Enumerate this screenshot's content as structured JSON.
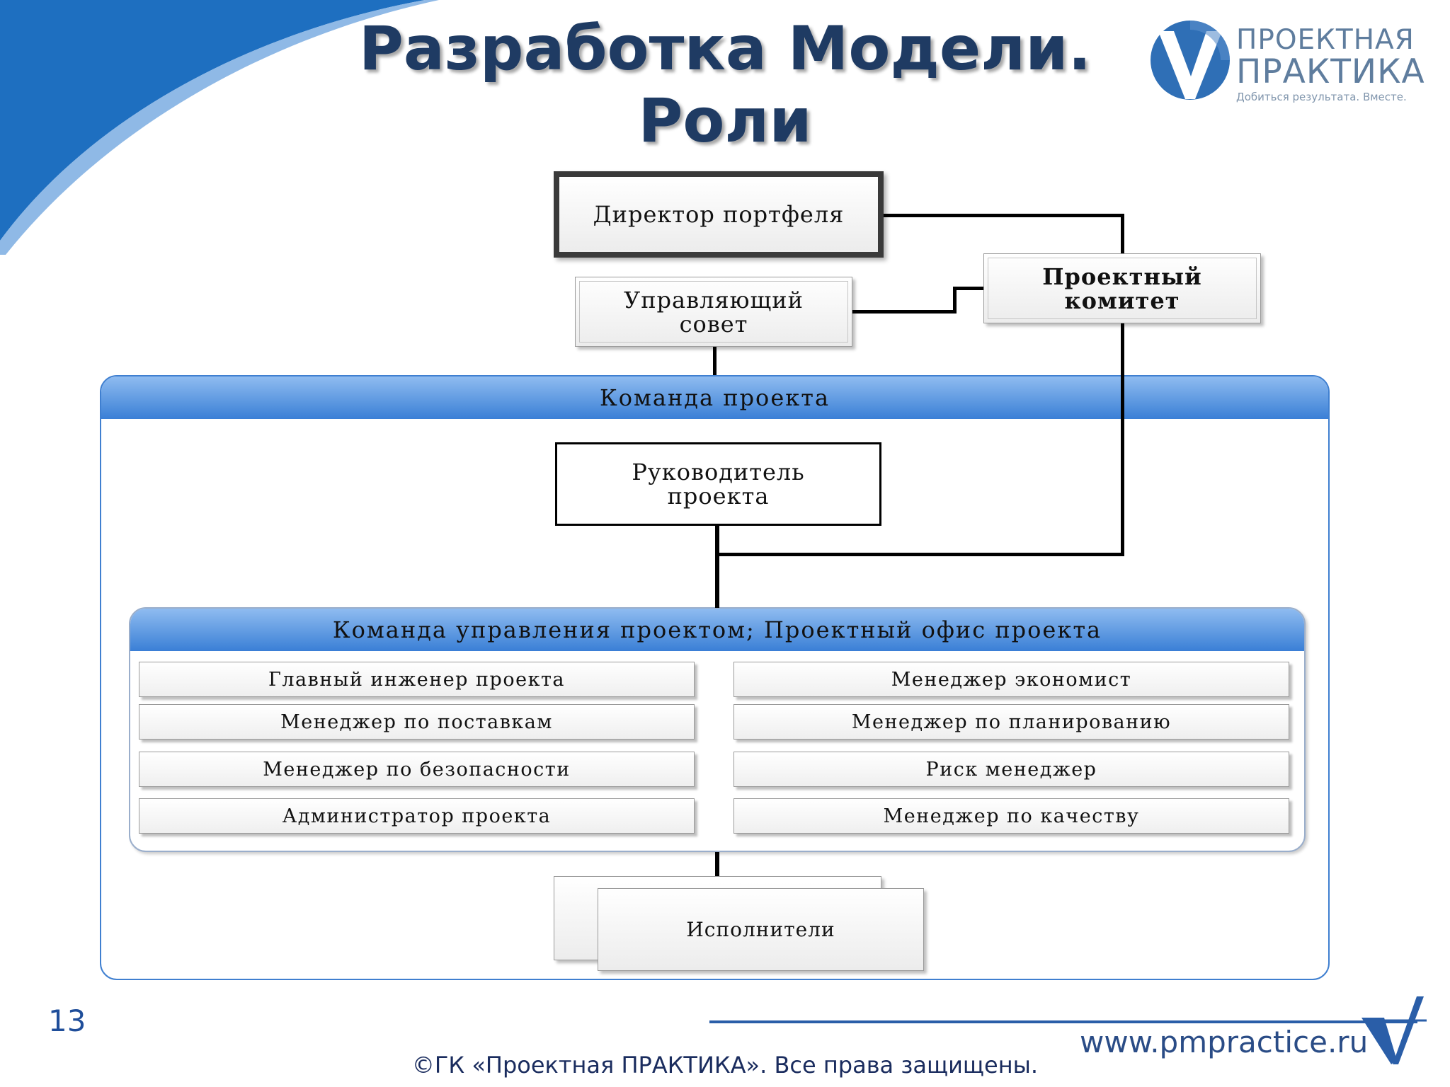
{
  "slide": {
    "title_line1": "Разработка Модели.",
    "title_line2": "Роли",
    "page_number": "13",
    "copyright": "©ГК «Проектная ПРАКТИКА». Все права защищены.",
    "website": "www.pmpractice.ru"
  },
  "logo": {
    "line1": "ПРОЕКТНАЯ",
    "line2": "ПРАКТИКА",
    "tagline": "Добиться результата. Вместе."
  },
  "diagram": {
    "portfolio_director": "Директор портфеля",
    "steering_board": [
      "Управляющий",
      "совет"
    ],
    "project_committee": [
      "Проектный",
      "комитет"
    ],
    "project_team_header": "Команда проекта",
    "project_manager": [
      "Руководитель",
      "проекта"
    ],
    "pmo_header": "Команда управления проектом; Проектный офис проекта",
    "roles_left": [
      "Главный инженер проекта",
      "Менеджер по поставкам",
      "Менеджер по безопасности",
      "Администратор проекта"
    ],
    "roles_right": [
      "Менеджер экономист",
      "Менеджер по планированию",
      "Риск менеджер",
      "Менеджер по качеству"
    ],
    "executors": "Исполнители"
  },
  "colors": {
    "title": "#1f3b63",
    "accent_blue": "#3a7fd6",
    "swoosh_blue": "#1e6fc0"
  }
}
